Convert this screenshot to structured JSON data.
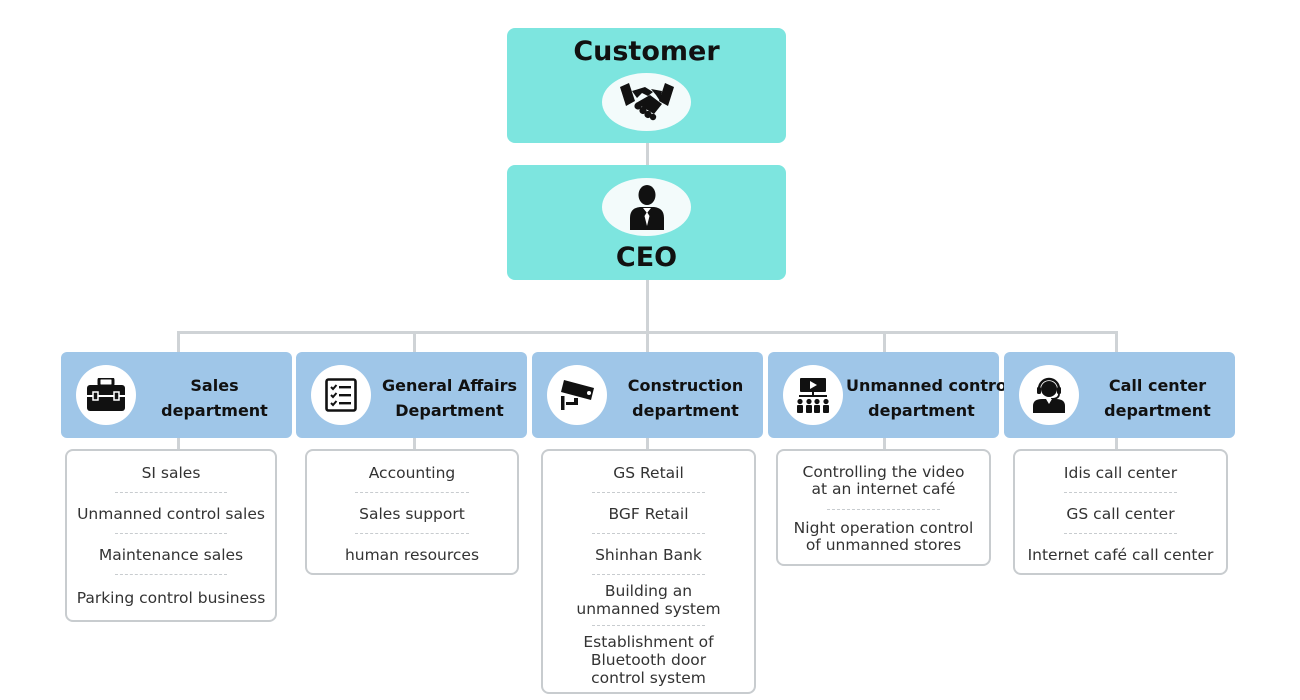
{
  "customer": {
    "label": "Customer",
    "icon": "handshake-icon"
  },
  "ceo": {
    "label": "CEO",
    "icon": "businessman-icon"
  },
  "colors": {
    "top_box": "#7de5df",
    "dept_box": "#9fc6e8",
    "connector": "#cfd3d6"
  },
  "departments": [
    {
      "title_line1": "Sales",
      "title_line2": "department",
      "icon": "briefcase-icon",
      "items": [
        "SI sales",
        "Unmanned control sales",
        "Maintenance sales",
        "Parking control business"
      ]
    },
    {
      "title_line1": "General Affairs",
      "title_line2": "Department",
      "icon": "checklist-icon",
      "items": [
        "Accounting",
        "Sales support",
        "human resources"
      ]
    },
    {
      "title_line1": "Construction",
      "title_line2": "department",
      "icon": "cctv-camera-icon",
      "items": [
        "GS Retail",
        "BGF Retail",
        "Shinhan Bank",
        "Building an",
        "unmanned system",
        "Establishment of",
        "Bluetooth door",
        "control system"
      ]
    },
    {
      "title_line1": "Unmanned control",
      "title_line2": "department",
      "icon": "video-monitoring-icon",
      "items": [
        "Controlling the video",
        "at an internet café",
        "Night operation control",
        "of unmanned stores"
      ]
    },
    {
      "title_line1": "Call center",
      "title_line2": "department",
      "icon": "headset-agent-icon",
      "items": [
        "Idis call center",
        "GS call center",
        "Internet café call center"
      ]
    }
  ]
}
